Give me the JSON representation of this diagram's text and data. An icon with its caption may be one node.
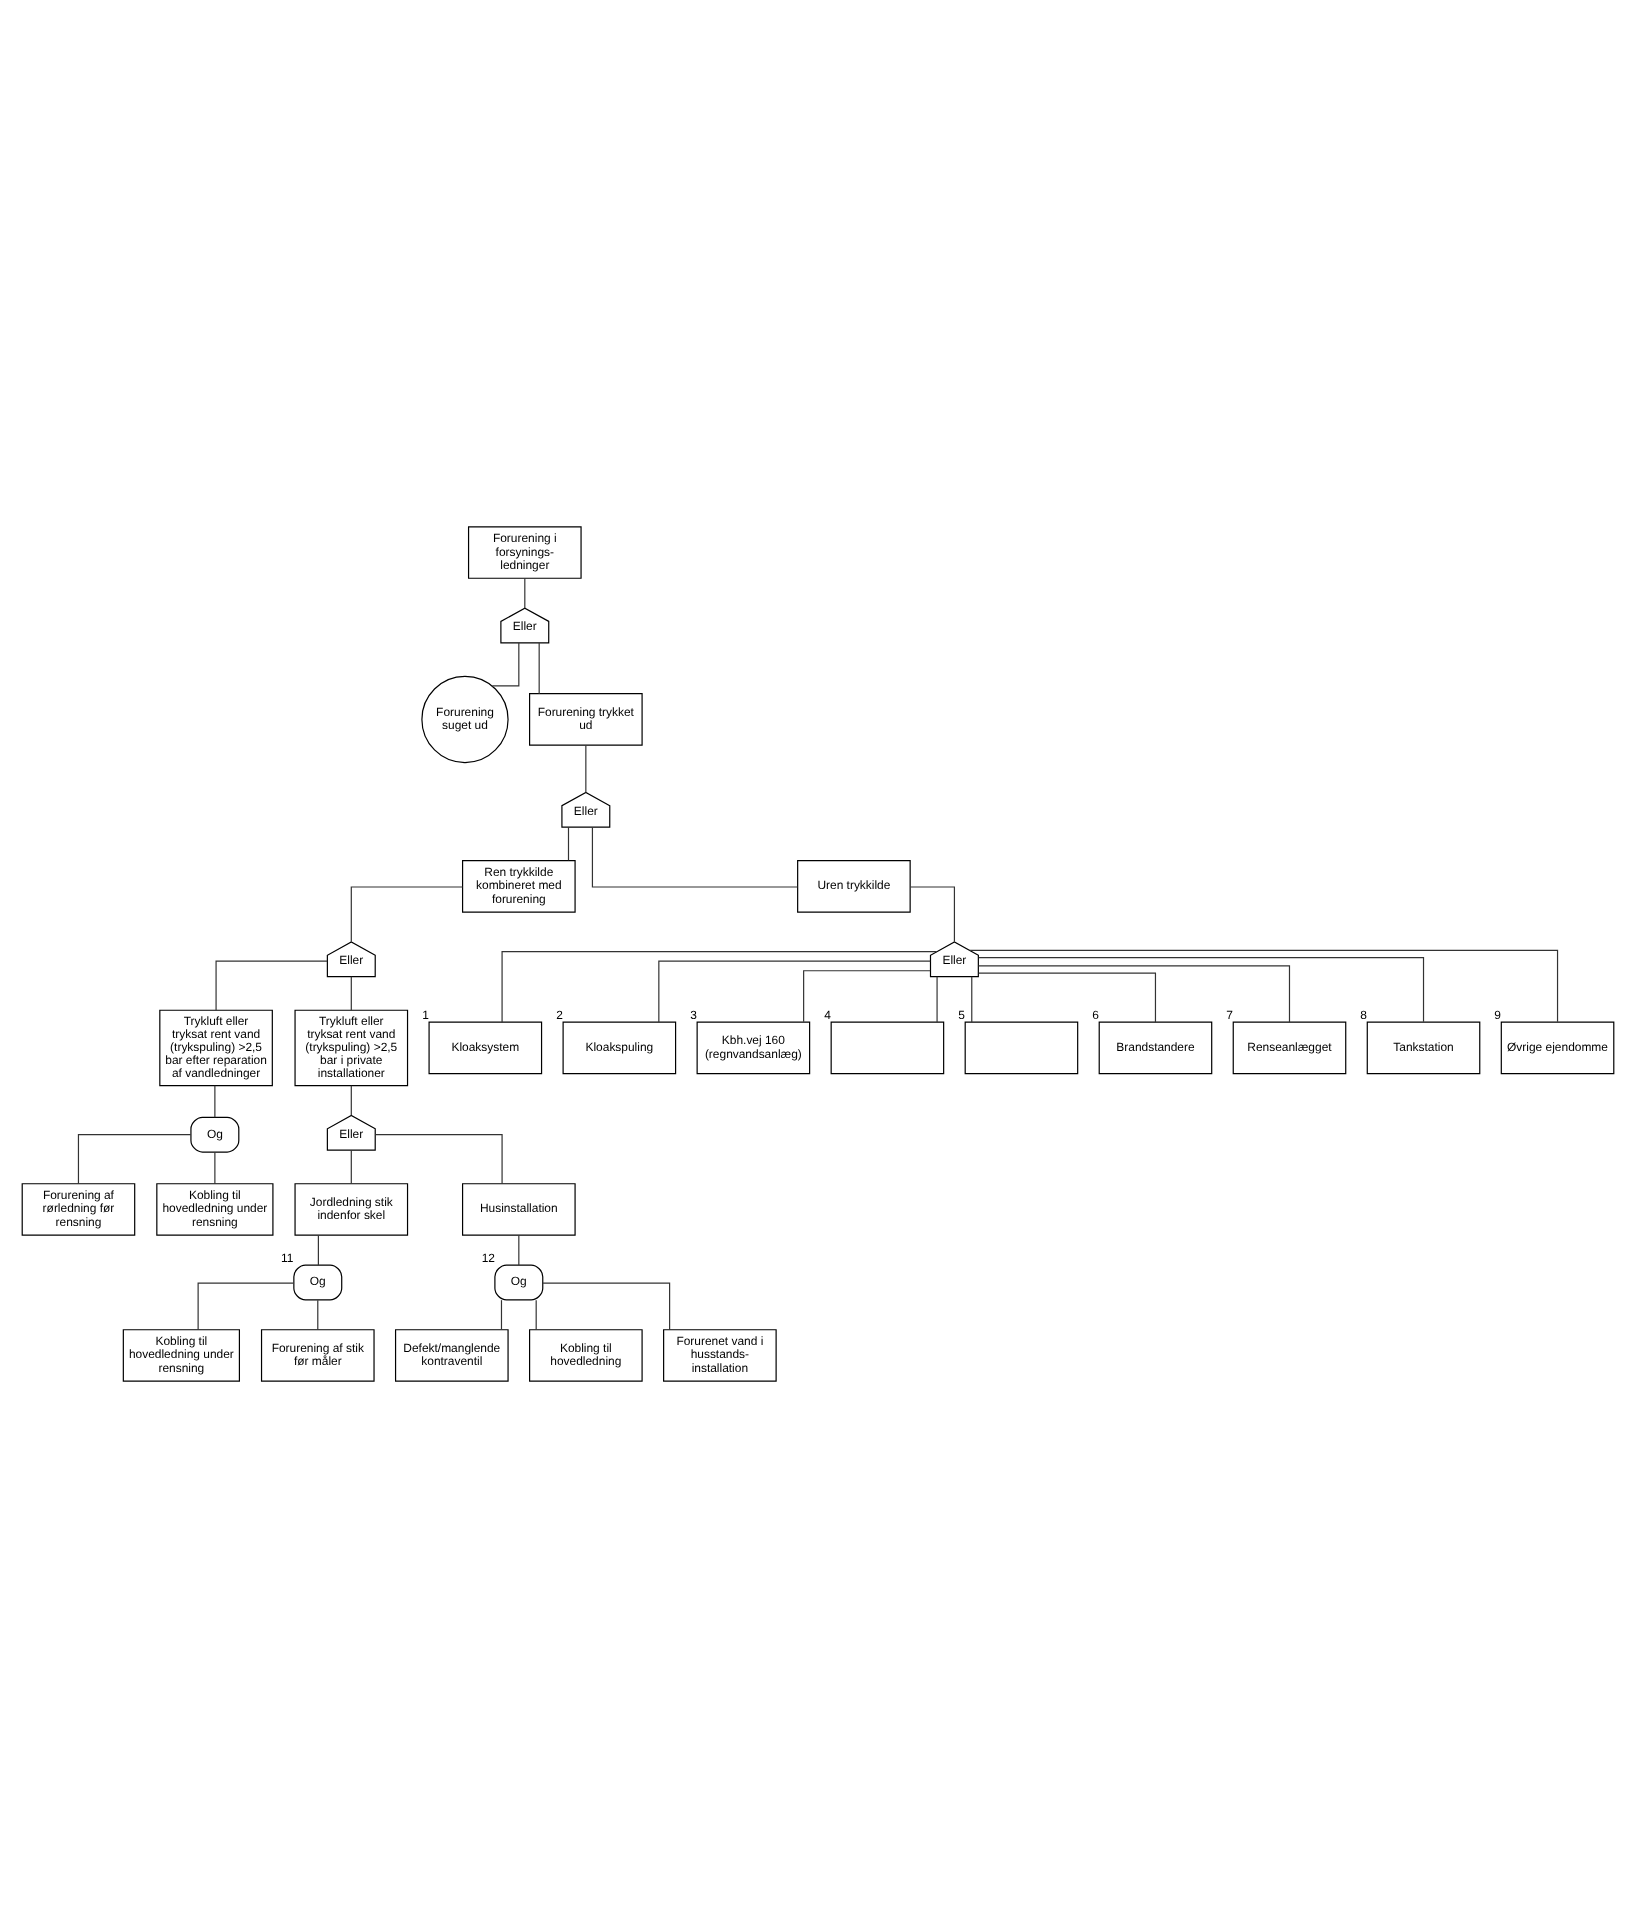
{
  "diagram": {
    "nodes": [
      {
        "text": [
          "Forurening i forsynings- ledninger"
        ]
      },
      {
        "text": [
          "Eller"
        ]
      },
      {
        "text": [
          "Forurening suget ud"
        ]
      },
      {
        "text": [
          "Forurening trykket ud"
        ]
      },
      {
        "text": [
          "Eller"
        ]
      },
      {
        "text": [
          "Ren trykkilde kombineret med forurening"
        ]
      },
      {
        "text": [
          "Eller"
        ]
      },
      {
        "text": [
          "Trykluft eller tryksat rent vand (trykspuling) >2,5 bar efter reparation af vandledninger"
        ]
      },
      {
        "text": [
          "Trykluft eller tryksat rent vand (trykspuling) >2,5 bar i private installationer"
        ]
      },
      {
        "text": [
          "Og"
        ]
      },
      {
        "text": [
          "Forurening af rørledning før rensning"
        ]
      },
      {
        "text": [
          "Kobling til hovedledning under rensning"
        ]
      },
      {
        "text": [
          "Eller"
        ]
      },
      {
        "text": [
          "Jordledning stik indenfor skel"
        ]
      },
      {
        "text": [
          "Husinstallation"
        ]
      },
      {
        "text": [
          "Og"
        ],
        "beside": [
          "11"
        ]
      },
      {
        "text": [
          "Og"
        ],
        "beside": [
          "12"
        ]
      },
      {
        "text": [
          "Kobling til hovedledning under rensning"
        ]
      },
      {
        "text": [
          "Forurening af stik før måler"
        ]
      },
      {
        "text": [
          "Defekt/manglende kontraventil"
        ]
      },
      {
        "text": [
          "Kobling til hovedledning"
        ]
      },
      {
        "text": [
          "Forurenet vand i husstands- installation"
        ]
      },
      {
        "text": [
          "Uren trykkilde"
        ]
      },
      {
        "text": [
          "Eller"
        ]
      },
      {
        "text": [
          "Kloaksystem"
        ],
        "beside": [
          "1"
        ]
      },
      {
        "text": [
          "Kloakspuling"
        ],
        "beside": [
          "2"
        ]
      },
      {
        "text": [
          "Kbh.vej 160 (regnvandsanlæg)"
        ],
        "beside": [
          "3"
        ]
      },
      {
        "text": [],
        "shape": "box",
        "beside": [
          "4"
        ]
      },
      {
        "text": [],
        "shape": "box",
        "beside": [
          "5"
        ]
      },
      {
        "text": [
          "Brandstandere"
        ],
        "beside": [
          "6"
        ]
      },
      {
        "text": [
          "Renseanlægget"
        ],
        "beside": [
          "7"
        ]
      },
      {
        "text": [
          "Tankstation"
        ],
        "beside": [
          "8"
        ]
      },
      {
        "text": [
          "Øvrige ejendomme"
        ],
        "beside": [
          "9"
        ]
      }
    ],
    "edges": [
      {
        "from": 0,
        "to": 1,
        "arrow": "none"
      },
      {
        "from": 1,
        "to": 2,
        "arrow": "none"
      },
      {
        "from": 1,
        "to": 3,
        "arrow": "none"
      },
      {
        "from": 3,
        "to": 4,
        "arrow": "none"
      },
      {
        "from": 4,
        "to": 22,
        "arrow": "none"
      },
      {
        "from": 4,
        "to": 5,
        "arrow": "none"
      },
      {
        "from": 5,
        "to": 6,
        "arrow": "none"
      },
      {
        "from": 6,
        "to": 7,
        "arrow": "none"
      },
      {
        "from": 6,
        "to": 8,
        "arrow": "none"
      },
      {
        "from": 7,
        "to": 9,
        "arrow": "none"
      },
      {
        "from": 9,
        "to": 10,
        "arrow": "none"
      },
      {
        "from": 9,
        "to": 11,
        "arrow": "none"
      },
      {
        "from": 8,
        "to": 12,
        "arrow": "none"
      },
      {
        "from": 12,
        "to": 13,
        "arrow": "none"
      },
      {
        "from": 12,
        "to": 14,
        "arrow": "none"
      },
      {
        "from": 13,
        "to": 15,
        "arrow": "none"
      },
      {
        "from": 15,
        "to": 17,
        "arrow": "none"
      },
      {
        "from": 15,
        "to": 18,
        "arrow": "none"
      },
      {
        "from": 14,
        "to": 16,
        "arrow": "none"
      },
      {
        "from": 16,
        "to": 19,
        "arrow": "none"
      },
      {
        "from": 16,
        "to": 20,
        "arrow": "none"
      },
      {
        "from": 16,
        "to": 21,
        "arrow": "none"
      },
      {
        "from": 22,
        "to": 23,
        "arrow": "none"
      },
      {
        "from": 23,
        "to": 24,
        "arrow": "none"
      },
      {
        "from": 23,
        "to": 25,
        "arrow": "none"
      },
      {
        "from": 23,
        "to": 26,
        "arrow": "none"
      },
      {
        "from": 23,
        "to": 27,
        "arrow": "none"
      },
      {
        "from": 23,
        "to": 28,
        "arrow": "none"
      },
      {
        "from": 23,
        "to": 29,
        "arrow": "none"
      },
      {
        "from": 23,
        "to": 30,
        "arrow": "none"
      },
      {
        "from": 23,
        "to": 31,
        "arrow": "none"
      },
      {
        "from": 23,
        "to": 32,
        "arrow": "none"
      }
    ]
  }
}
